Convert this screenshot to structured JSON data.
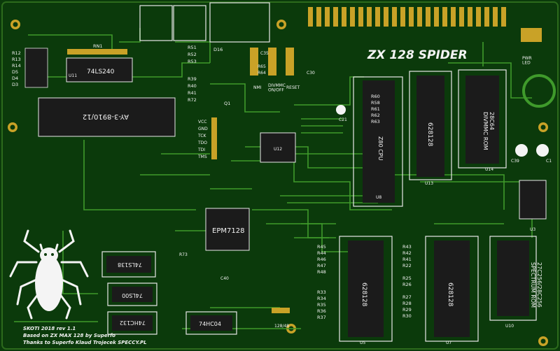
{
  "board": {
    "title": "ZX 128 SPIDER",
    "credits": [
      "SKOTI 2018 rev 1.1",
      "Based on ZX MAX 128 by Superfo",
      "Thanks to Superfo Klaud Trojecek SPECCY.PL"
    ]
  },
  "chips": {
    "u11": {
      "ref": "U11",
      "name": "74LS240"
    },
    "ay": {
      "name": "AY-3-8910/12"
    },
    "cpu": {
      "name": "Z80 CPU"
    },
    "ram1": {
      "name": "628128"
    },
    "rom1": {
      "name": "28C64\nDIVMMC ROM"
    },
    "cpld": {
      "name": "EPM7128"
    },
    "u12": {
      "ref": "U12"
    },
    "ls138": {
      "name": "74LS138"
    },
    "ls00": {
      "name": "74LS00"
    },
    "hc132": {
      "name": "74HC132"
    },
    "hc04": {
      "name": "74HC04"
    },
    "ram2": {
      "name": "628128"
    },
    "ram3": {
      "name": "628128"
    },
    "rom2": {
      "name": "27C256/28C256\nSPECTRUM ROM"
    },
    "u3": {
      "ref": "U3"
    }
  },
  "labels": {
    "pwr_led": "PWR\nLED",
    "nmi": "NMI",
    "divmmc": "DIVMMC\nON/OFF",
    "reset": "RESET",
    "jtag": [
      "VCC",
      "GND",
      "TCK",
      "TDO",
      "TDI",
      "TMS"
    ],
    "jumper128": "128/48",
    "rn1": "RN1",
    "u14": "U14",
    "u13": "U13",
    "u8": "U8",
    "u5": "U5",
    "u7": "U7",
    "u10": "U10",
    "c39": "C39",
    "c1": "C1",
    "c21": "C21",
    "d16": "D16",
    "q1": "Q1",
    "r73": "R73",
    "c40": "C40",
    "c35": "C35",
    "r65": "R65",
    "r64": "R64",
    "c30": "C30"
  },
  "left_resistors": [
    "R12",
    "R13",
    "R14",
    "D5",
    "D4",
    "D3"
  ],
  "resistor_column1": [
    "R51",
    "R52",
    "R53",
    "R39",
    "R40",
    "R41",
    "R72"
  ],
  "resistor_column2": [
    "R60",
    "R58",
    "R61",
    "R62",
    "R63"
  ],
  "resistor_column3": [
    "R45",
    "R44",
    "R46",
    "R47",
    "R48",
    "R33",
    "R34",
    "R35",
    "R36",
    "R37"
  ],
  "resistor_column4": [
    "R43",
    "R42",
    "R41",
    "R22",
    "R25",
    "R26",
    "R27",
    "R28",
    "R29",
    "R30"
  ],
  "colors": {
    "pcb": "#0b3a0b",
    "trace": "#3f9a2b",
    "silkscreen": "#f4f4f4",
    "gold": "#c9a227"
  }
}
